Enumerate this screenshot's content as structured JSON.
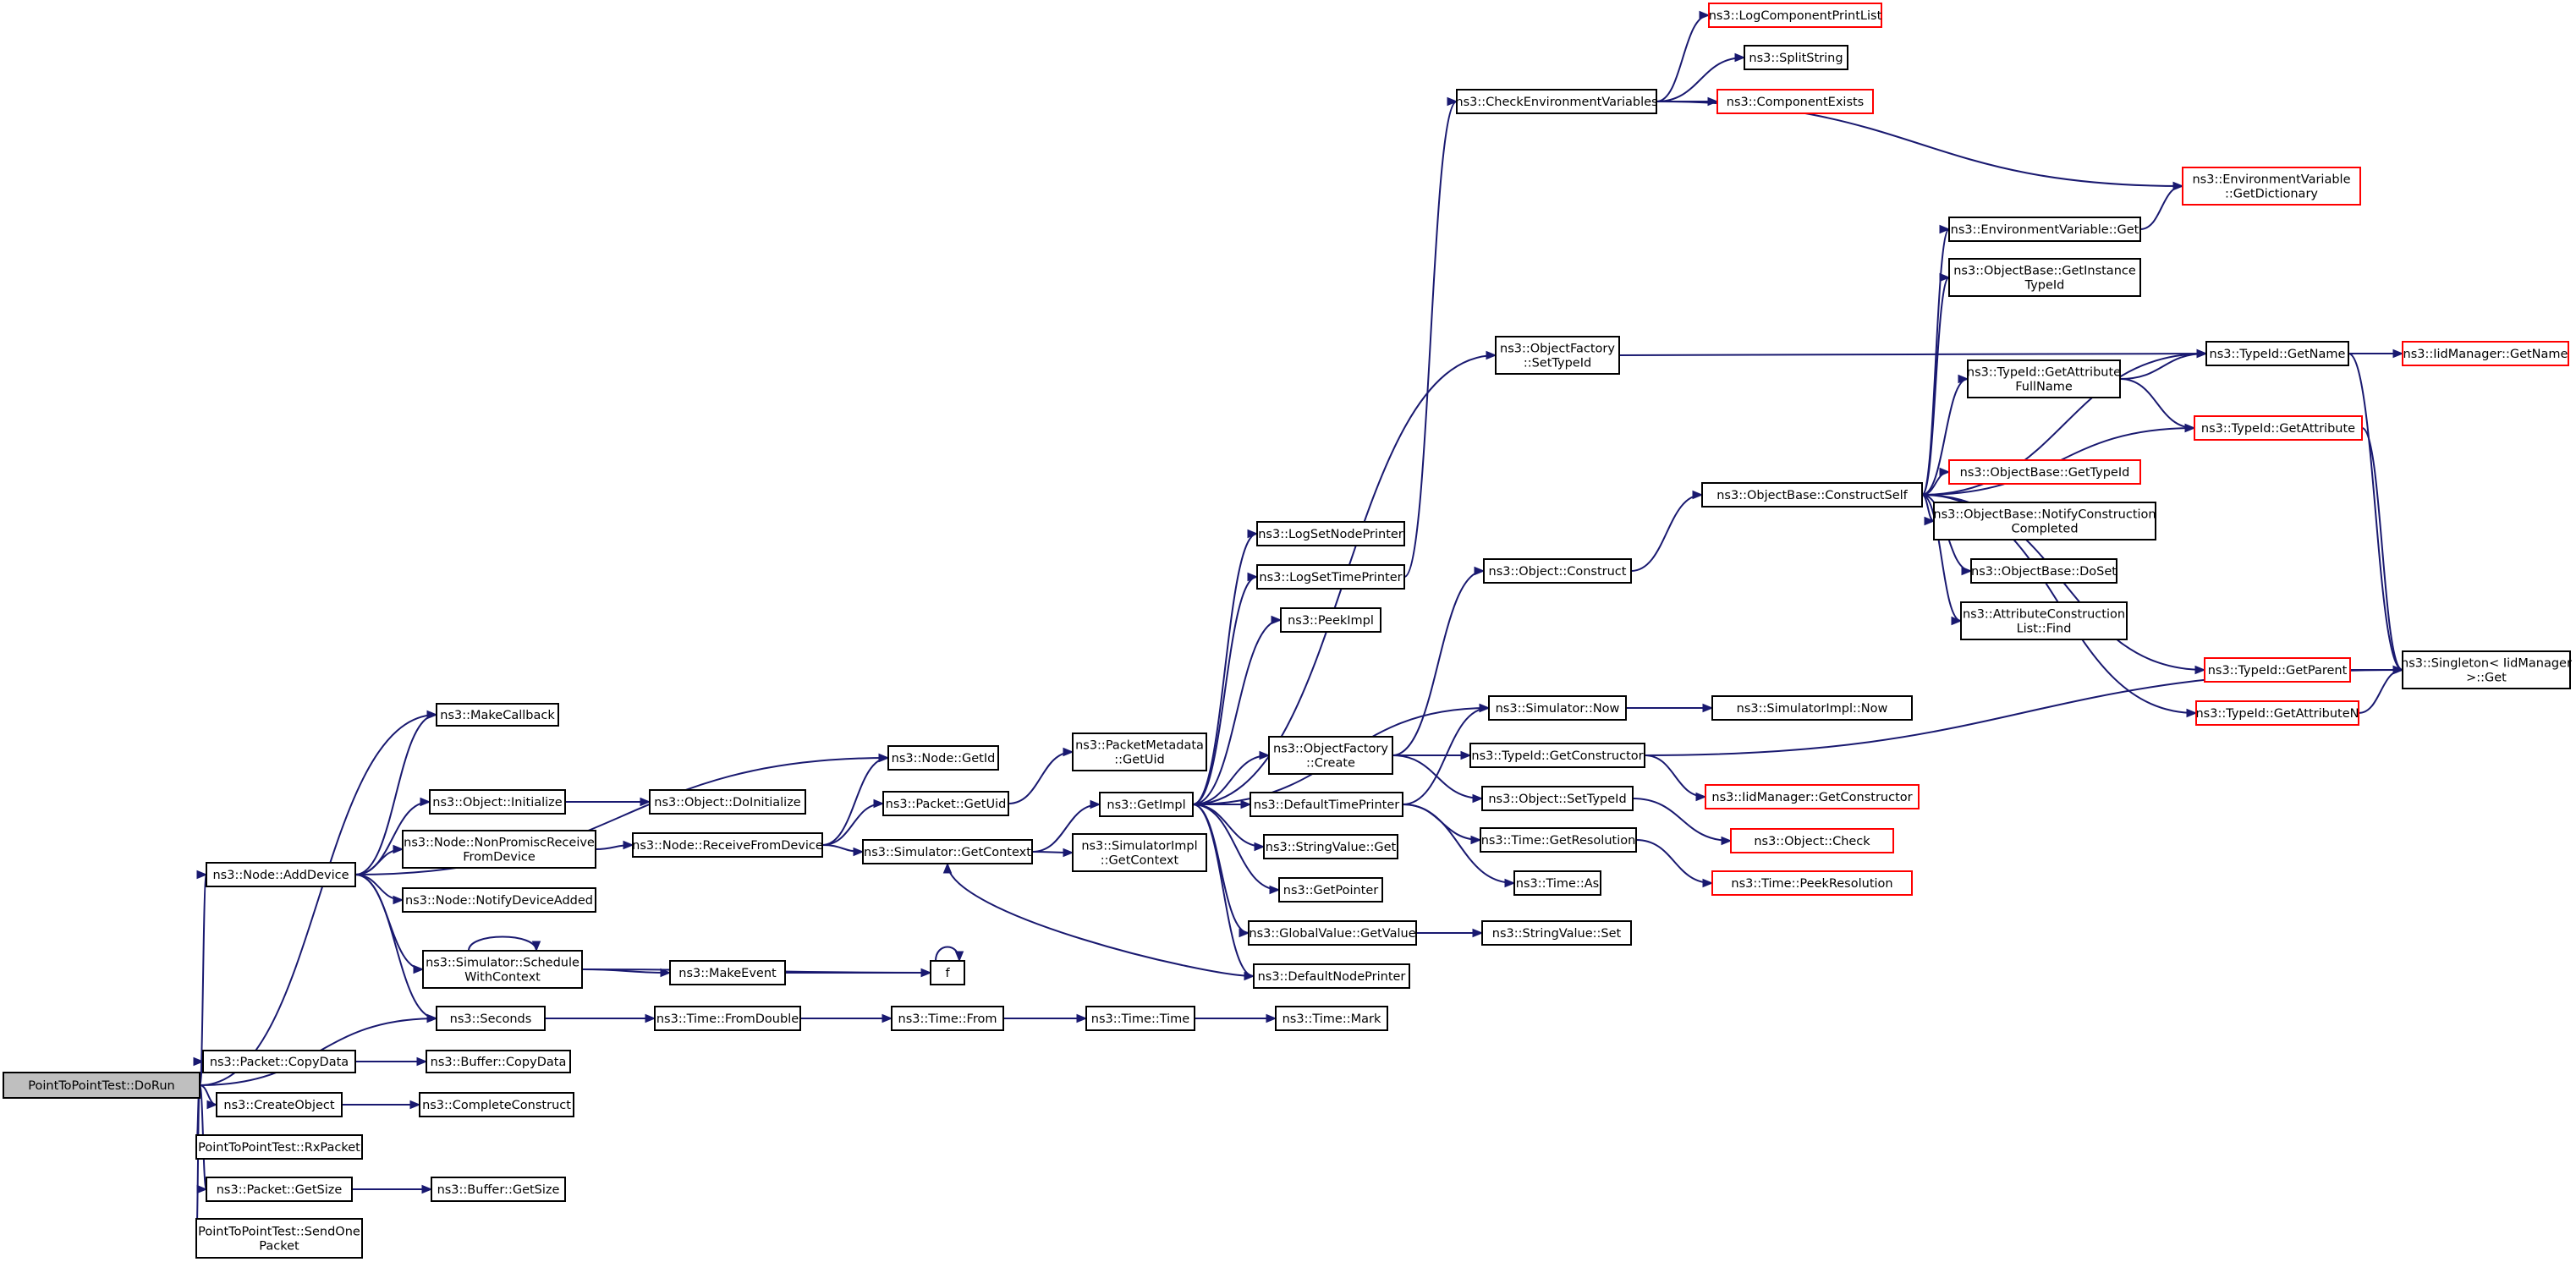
{
  "nodes": [
    {
      "id": "dorun",
      "lines": [
        "PointToPointTest::DoRun"
      ],
      "root": true
    },
    {
      "id": "makecallback",
      "lines": [
        "ns3::MakeCallback"
      ]
    },
    {
      "id": "addDevice",
      "lines": [
        "ns3::Node::AddDevice"
      ]
    },
    {
      "id": "seconds",
      "lines": [
        "ns3::Seconds"
      ]
    },
    {
      "id": "pktCopyData",
      "lines": [
        "ns3::Packet::CopyData"
      ]
    },
    {
      "id": "createObject",
      "lines": [
        "ns3::CreateObject"
      ]
    },
    {
      "id": "rxPacket",
      "lines": [
        "PointToPointTest::RxPacket"
      ]
    },
    {
      "id": "pktGetSize",
      "lines": [
        "ns3::Packet::GetSize"
      ]
    },
    {
      "id": "sendOne",
      "lines": [
        "PointToPointTest::SendOne",
        "Packet"
      ]
    },
    {
      "id": "nodeGetId",
      "lines": [
        "ns3::Node::GetId"
      ]
    },
    {
      "id": "objInit",
      "lines": [
        "ns3::Object::Initialize"
      ]
    },
    {
      "id": "nonPromisc",
      "lines": [
        "ns3::Node::NonPromiscReceive",
        "FromDevice"
      ]
    },
    {
      "id": "notifyAdded",
      "lines": [
        "ns3::Node::NotifyDeviceAdded"
      ]
    },
    {
      "id": "schedCtx",
      "lines": [
        "ns3::Simulator::Schedule",
        "WithContext"
      ]
    },
    {
      "id": "doInit",
      "lines": [
        "ns3::Object::DoInitialize"
      ]
    },
    {
      "id": "recvFromDev",
      "lines": [
        "ns3::Node::ReceiveFromDevice"
      ]
    },
    {
      "id": "pktGetUid",
      "lines": [
        "ns3::Packet::GetUid"
      ]
    },
    {
      "id": "simGetCtx",
      "lines": [
        "ns3::Simulator::GetContext"
      ]
    },
    {
      "id": "pmGetUid",
      "lines": [
        "ns3::PacketMetadata",
        "::GetUid"
      ]
    },
    {
      "id": "makeEvent",
      "lines": [
        "ns3::MakeEvent"
      ]
    },
    {
      "id": "f",
      "lines": [
        "f"
      ]
    },
    {
      "id": "timeFromDouble",
      "lines": [
        "ns3::Time::FromDouble"
      ]
    },
    {
      "id": "timeFrom",
      "lines": [
        "ns3::Time::From"
      ]
    },
    {
      "id": "timeTime",
      "lines": [
        "ns3::Time::Time"
      ]
    },
    {
      "id": "timeMark",
      "lines": [
        "ns3::Time::Mark"
      ]
    },
    {
      "id": "bufCopyData",
      "lines": [
        "ns3::Buffer::CopyData"
      ]
    },
    {
      "id": "completeConstruct",
      "lines": [
        "ns3::CompleteConstruct"
      ]
    },
    {
      "id": "bufGetSize",
      "lines": [
        "ns3::Buffer::GetSize"
      ]
    },
    {
      "id": "getImpl",
      "lines": [
        "ns3::GetImpl"
      ]
    },
    {
      "id": "simImplGetCtx",
      "lines": [
        "ns3::SimulatorImpl",
        "::GetContext"
      ]
    },
    {
      "id": "logSetNode",
      "lines": [
        "ns3::LogSetNodePrinter"
      ]
    },
    {
      "id": "logSetTime",
      "lines": [
        "ns3::LogSetTimePrinter"
      ]
    },
    {
      "id": "peekImpl",
      "lines": [
        "ns3::PeekImpl"
      ]
    },
    {
      "id": "ofCreate",
      "lines": [
        "ns3::ObjectFactory",
        "::Create"
      ]
    },
    {
      "id": "defTimePrinter",
      "lines": [
        "ns3::DefaultTimePrinter"
      ]
    },
    {
      "id": "stringValueGet",
      "lines": [
        "ns3::StringValue::Get"
      ]
    },
    {
      "id": "getPointer",
      "lines": [
        "ns3::GetPointer"
      ]
    },
    {
      "id": "gvGetValue",
      "lines": [
        "ns3::GlobalValue::GetValue"
      ]
    },
    {
      "id": "defNodePrinter",
      "lines": [
        "ns3::DefaultNodePrinter"
      ]
    },
    {
      "id": "checkEnv",
      "lines": [
        "ns3::CheckEnvironmentVariables"
      ]
    },
    {
      "id": "ofSetTypeId",
      "lines": [
        "ns3::ObjectFactory",
        "::SetTypeId"
      ]
    },
    {
      "id": "objConstruct",
      "lines": [
        "ns3::Object::Construct"
      ]
    },
    {
      "id": "simNow",
      "lines": [
        "ns3::Simulator::Now"
      ]
    },
    {
      "id": "tidGetCtor",
      "lines": [
        "ns3::TypeId::GetConstructor"
      ]
    },
    {
      "id": "objSetTypeId",
      "lines": [
        "ns3::Object::SetTypeId"
      ]
    },
    {
      "id": "timeGetRes",
      "lines": [
        "ns3::Time::GetResolution"
      ]
    },
    {
      "id": "timeAs",
      "lines": [
        "ns3::Time::As"
      ]
    },
    {
      "id": "svSet",
      "lines": [
        "ns3::StringValue::Set"
      ]
    },
    {
      "id": "logCompPrint",
      "lines": [
        "ns3::LogComponentPrintList"
      ],
      "red": true
    },
    {
      "id": "splitString",
      "lines": [
        "ns3::SplitString"
      ]
    },
    {
      "id": "compExists",
      "lines": [
        "ns3::ComponentExists"
      ],
      "red": true
    },
    {
      "id": "obConstructSelf",
      "lines": [
        "ns3::ObjectBase::ConstructSelf"
      ]
    },
    {
      "id": "simImplNow",
      "lines": [
        "ns3::SimulatorImpl::Now"
      ]
    },
    {
      "id": "iidGetCtor",
      "lines": [
        "ns3::IidManager::GetConstructor"
      ],
      "red": true
    },
    {
      "id": "objCheck",
      "lines": [
        "ns3::Object::Check"
      ],
      "red": true
    },
    {
      "id": "timePeekRes",
      "lines": [
        "ns3::Time::PeekResolution"
      ],
      "red": true
    },
    {
      "id": "envGetDict",
      "lines": [
        "ns3::EnvironmentVariable",
        "::GetDictionary"
      ],
      "red": true
    },
    {
      "id": "envGet",
      "lines": [
        "ns3::EnvironmentVariable::Get"
      ]
    },
    {
      "id": "obGetInstTid",
      "lines": [
        "ns3::ObjectBase::GetInstance",
        "TypeId"
      ]
    },
    {
      "id": "tidGetName",
      "lines": [
        "ns3::TypeId::GetName"
      ]
    },
    {
      "id": "tidGetAttrFull",
      "lines": [
        "ns3::TypeId::GetAttribute",
        "FullName"
      ]
    },
    {
      "id": "tidGetAttr",
      "lines": [
        "ns3::TypeId::GetAttribute"
      ],
      "red": true
    },
    {
      "id": "obGetTypeId",
      "lines": [
        "ns3::ObjectBase::GetTypeId"
      ],
      "red": true
    },
    {
      "id": "obNotify",
      "lines": [
        "ns3::ObjectBase::NotifyConstruction",
        "Completed"
      ]
    },
    {
      "id": "obDoSet",
      "lines": [
        "ns3::ObjectBase::DoSet"
      ]
    },
    {
      "id": "acListFind",
      "lines": [
        "ns3::AttributeConstruction",
        "List::Find"
      ]
    },
    {
      "id": "tidGetParent",
      "lines": [
        "ns3::TypeId::GetParent"
      ],
      "red": true
    },
    {
      "id": "tidGetAttrN",
      "lines": [
        "ns3::TypeId::GetAttributeN"
      ],
      "red": true
    },
    {
      "id": "iidGetName",
      "lines": [
        "ns3::IidManager::GetName"
      ],
      "red": true
    },
    {
      "id": "singletonGet",
      "lines": [
        "ns3::Singleton< IidManager",
        " >::Get"
      ]
    }
  ],
  "edges": [
    [
      "dorun",
      "makecallback"
    ],
    [
      "dorun",
      "addDevice"
    ],
    [
      "dorun",
      "seconds"
    ],
    [
      "dorun",
      "pktCopyData"
    ],
    [
      "dorun",
      "createObject"
    ],
    [
      "dorun",
      "rxPacket"
    ],
    [
      "dorun",
      "pktGetSize"
    ],
    [
      "dorun",
      "sendOne"
    ],
    [
      "addDevice",
      "makecallback"
    ],
    [
      "addDevice",
      "nodeGetId"
    ],
    [
      "addDevice",
      "objInit"
    ],
    [
      "addDevice",
      "nonPromisc"
    ],
    [
      "addDevice",
      "notifyAdded"
    ],
    [
      "addDevice",
      "schedCtx"
    ],
    [
      "addDevice",
      "seconds"
    ],
    [
      "objInit",
      "doInit"
    ],
    [
      "nonPromisc",
      "recvFromDev"
    ],
    [
      "recvFromDev",
      "nodeGetId"
    ],
    [
      "recvFromDev",
      "pktGetUid"
    ],
    [
      "recvFromDev",
      "simGetCtx"
    ],
    [
      "pktGetUid",
      "pmGetUid"
    ],
    [
      "schedCtx",
      "schedCtx"
    ],
    [
      "schedCtx",
      "makeEvent"
    ],
    [
      "schedCtx",
      "f"
    ],
    [
      "makeEvent",
      "f"
    ],
    [
      "f",
      "f"
    ],
    [
      "seconds",
      "timeFromDouble"
    ],
    [
      "timeFromDouble",
      "timeFrom"
    ],
    [
      "timeFrom",
      "timeTime"
    ],
    [
      "timeTime",
      "timeMark"
    ],
    [
      "pktCopyData",
      "bufCopyData"
    ],
    [
      "createObject",
      "completeConstruct"
    ],
    [
      "pktGetSize",
      "bufGetSize"
    ],
    [
      "simGetCtx",
      "getImpl"
    ],
    [
      "simGetCtx",
      "simImplGetCtx"
    ],
    [
      "getImpl",
      "logSetNode"
    ],
    [
      "getImpl",
      "logSetTime"
    ],
    [
      "getImpl",
      "peekImpl"
    ],
    [
      "getImpl",
      "ofSetTypeId"
    ],
    [
      "getImpl",
      "ofCreate"
    ],
    [
      "getImpl",
      "simNow"
    ],
    [
      "getImpl",
      "defTimePrinter"
    ],
    [
      "getImpl",
      "stringValueGet"
    ],
    [
      "getImpl",
      "getPointer"
    ],
    [
      "getImpl",
      "gvGetValue"
    ],
    [
      "getImpl",
      "defNodePrinter"
    ],
    [
      "logSetTime",
      "checkEnv"
    ],
    [
      "defNodePrinter",
      "simGetCtx"
    ],
    [
      "defTimePrinter",
      "simNow"
    ],
    [
      "defTimePrinter",
      "timeGetRes"
    ],
    [
      "defTimePrinter",
      "timeAs"
    ],
    [
      "ofCreate",
      "objConstruct"
    ],
    [
      "ofCreate",
      "tidGetCtor"
    ],
    [
      "ofCreate",
      "objSetTypeId"
    ],
    [
      "ofSetTypeId",
      "tidGetName"
    ],
    [
      "gvGetValue",
      "svSet"
    ],
    [
      "checkEnv",
      "logCompPrint"
    ],
    [
      "checkEnv",
      "splitString"
    ],
    [
      "checkEnv",
      "compExists"
    ],
    [
      "checkEnv",
      "envGetDict"
    ],
    [
      "objConstruct",
      "obConstructSelf"
    ],
    [
      "simNow",
      "simImplNow"
    ],
    [
      "tidGetCtor",
      "iidGetCtor"
    ],
    [
      "tidGetCtor",
      "singletonGet"
    ],
    [
      "objSetTypeId",
      "objCheck"
    ],
    [
      "timeGetRes",
      "timePeekRes"
    ],
    [
      "obConstructSelf",
      "envGet"
    ],
    [
      "obConstructSelf",
      "obGetInstTid"
    ],
    [
      "obConstructSelf",
      "tidGetName"
    ],
    [
      "obConstructSelf",
      "tidGetAttrFull"
    ],
    [
      "obConstructSelf",
      "tidGetAttr"
    ],
    [
      "obConstructSelf",
      "obGetTypeId"
    ],
    [
      "obConstructSelf",
      "obNotify"
    ],
    [
      "obConstructSelf",
      "obDoSet"
    ],
    [
      "obConstructSelf",
      "acListFind"
    ],
    [
      "obConstructSelf",
      "tidGetParent"
    ],
    [
      "obConstructSelf",
      "tidGetAttrN"
    ],
    [
      "envGet",
      "envGetDict"
    ],
    [
      "tidGetAttrFull",
      "tidGetName"
    ],
    [
      "tidGetAttrFull",
      "tidGetAttr"
    ],
    [
      "tidGetName",
      "iidGetName"
    ],
    [
      "tidGetName",
      "singletonGet"
    ],
    [
      "tidGetAttr",
      "singletonGet"
    ],
    [
      "tidGetParent",
      "singletonGet"
    ],
    [
      "tidGetAttrN",
      "singletonGet"
    ]
  ]
}
